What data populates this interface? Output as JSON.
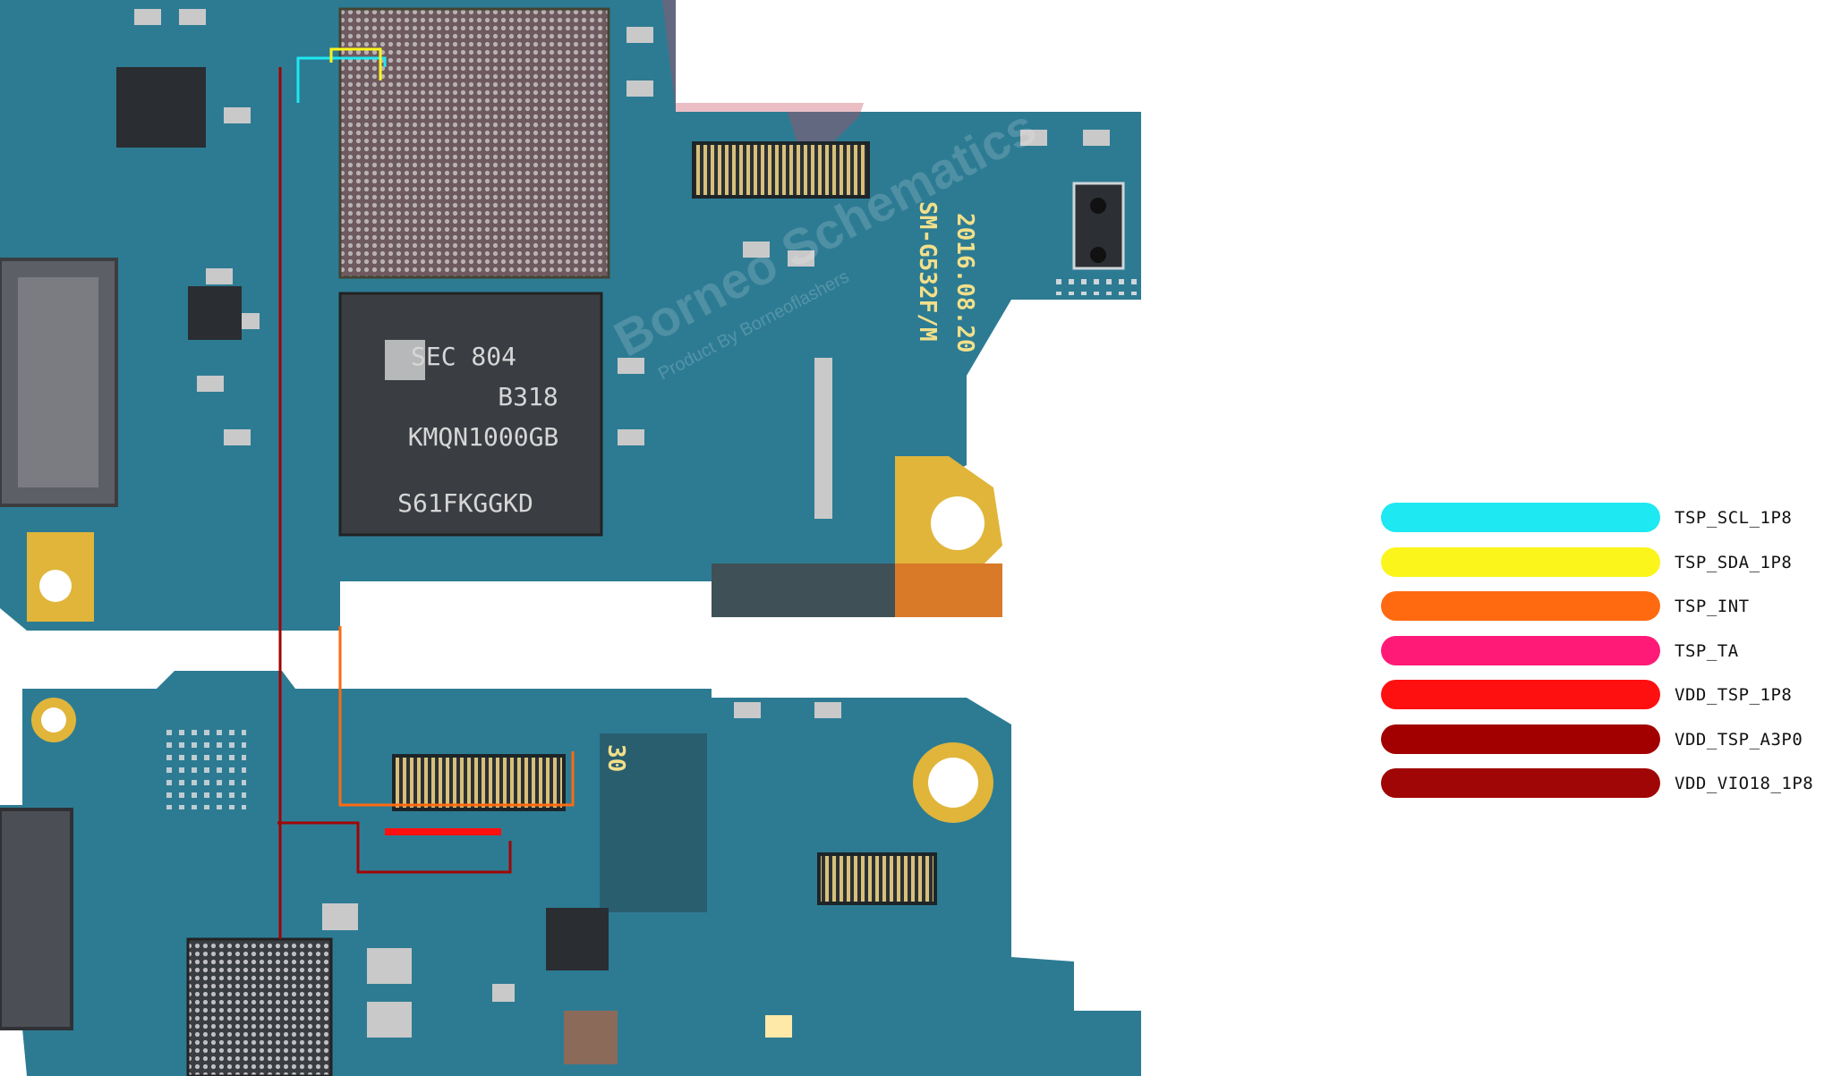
{
  "board": {
    "date_mark": "2016.08.20",
    "model_mark": "SM-G532F/M",
    "flash_chip": {
      "line1": "SEC 804",
      "line2": "B318",
      "line3": "KMQN1000GB",
      "line4": "S61FKGGKD"
    },
    "connector_mark": "30",
    "watermark": "Borneo Schematics",
    "watermark_sub": "Product By Borneoflashers"
  },
  "legend": {
    "items": [
      {
        "label": "TSP_SCL_1P8",
        "color": "#1ee8f2"
      },
      {
        "label": "TSP_SDA_1P8",
        "color": "#fbf51c"
      },
      {
        "label": "TSP_INT",
        "color": "#ff6a10"
      },
      {
        "label": "TSP_TA",
        "color": "#ff1a78"
      },
      {
        "label": "VDD_TSP_1P8",
        "color": "#ff1010"
      },
      {
        "label": "VDD_TSP_A3P0",
        "color": "#a20000"
      },
      {
        "label": "VDD_VIO18_1P8",
        "color": "#a00606"
      }
    ]
  },
  "colors": {
    "pcb": "#2d7b93",
    "pcb_dark": "#1f5f73",
    "gold": "#e0b53a",
    "chip": "#3a3d42"
  }
}
